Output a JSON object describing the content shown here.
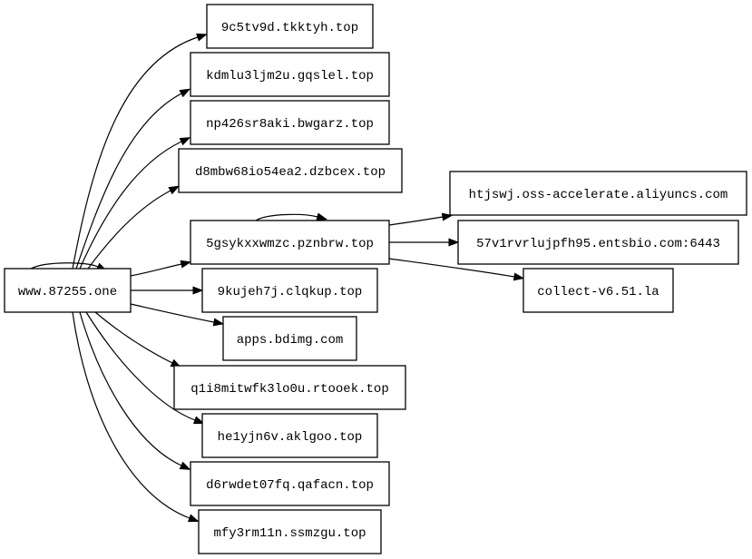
{
  "graph": {
    "nodes": [
      {
        "id": "root",
        "label": "www.87255.one"
      },
      {
        "id": "n1",
        "label": "9c5tv9d.tkktyh.top"
      },
      {
        "id": "n2",
        "label": "kdmlu3ljm2u.gqslel.top"
      },
      {
        "id": "n3",
        "label": "np426sr8aki.bwgarz.top"
      },
      {
        "id": "n4",
        "label": "d8mbw68io54ea2.dzbcex.top"
      },
      {
        "id": "n5",
        "label": "5gsykxxwmzc.pznbrw.top"
      },
      {
        "id": "n6",
        "label": "9kujeh7j.clqkup.top"
      },
      {
        "id": "n7",
        "label": "apps.bdimg.com"
      },
      {
        "id": "n8",
        "label": "q1i8mitwfk3lo0u.rtooek.top"
      },
      {
        "id": "n9",
        "label": "he1yjn6v.aklgoo.top"
      },
      {
        "id": "n10",
        "label": "d6rwdet07fq.qafacn.top"
      },
      {
        "id": "n11",
        "label": "mfy3rm11n.ssmzgu.top"
      },
      {
        "id": "n12",
        "label": "htjswj.oss-accelerate.aliyuncs.com"
      },
      {
        "id": "n13",
        "label": "57v1rvrlujpfh95.entsbio.com:6443"
      },
      {
        "id": "n14",
        "label": "collect-v6.51.la"
      }
    ],
    "edges": [
      {
        "from": "root",
        "to": "root"
      },
      {
        "from": "root",
        "to": "n1"
      },
      {
        "from": "root",
        "to": "n2"
      },
      {
        "from": "root",
        "to": "n3"
      },
      {
        "from": "root",
        "to": "n4"
      },
      {
        "from": "root",
        "to": "n5"
      },
      {
        "from": "root",
        "to": "n6"
      },
      {
        "from": "root",
        "to": "n7"
      },
      {
        "from": "root",
        "to": "n8"
      },
      {
        "from": "root",
        "to": "n9"
      },
      {
        "from": "root",
        "to": "n10"
      },
      {
        "from": "root",
        "to": "n11"
      },
      {
        "from": "n5",
        "to": "n5"
      },
      {
        "from": "n5",
        "to": "n12"
      },
      {
        "from": "n5",
        "to": "n13"
      },
      {
        "from": "n5",
        "to": "n14"
      }
    ]
  }
}
